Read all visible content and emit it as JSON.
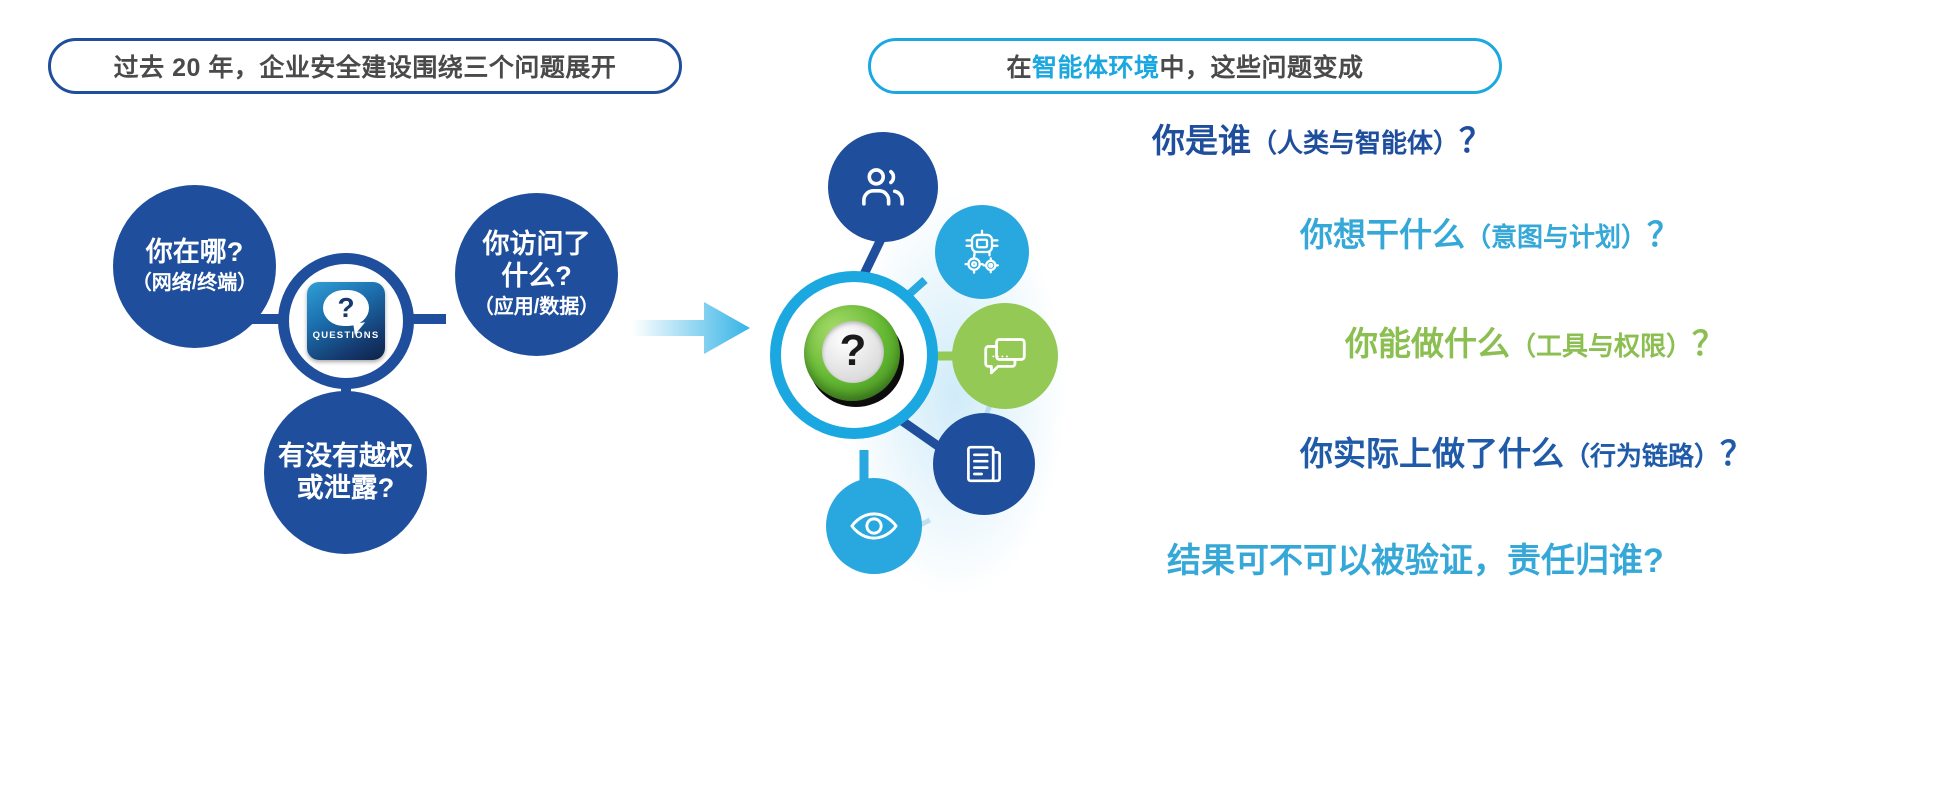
{
  "headers": {
    "left": "过去 20 年，企业安全建设围绕三个问题展开",
    "right_prefix": "在",
    "right_highlight": "智能体环境",
    "right_suffix": "中，这些问题变成"
  },
  "left_diagram": {
    "center_icon_label": "QUESTIONS",
    "center_icon_glyph": "?",
    "nodes": [
      {
        "id": "where",
        "main": "你在哪?",
        "sub": "（网络/终端）",
        "color": "#1f4e9c"
      },
      {
        "id": "what",
        "main_line1": "你访问了",
        "main_line2": "什么?",
        "sub": "（应用/数据）",
        "color": "#1f4e9c"
      },
      {
        "id": "leak",
        "main_line1": "有没有越权",
        "main_line2": "或泄露?",
        "color": "#1f4e9c"
      }
    ]
  },
  "right_diagram": {
    "center_glyph": "?",
    "nodes": [
      {
        "id": "identity",
        "icon": "people-icon",
        "color": "#1f4e9c"
      },
      {
        "id": "intent",
        "icon": "robot-gear-icon",
        "color": "#29a8df"
      },
      {
        "id": "capability",
        "icon": "chat-icon",
        "color": "#93c954"
      },
      {
        "id": "behavior",
        "icon": "document-icon",
        "color": "#1f4e9c"
      },
      {
        "id": "audit",
        "icon": "eye-icon",
        "color": "#29a8df"
      }
    ],
    "labels": [
      {
        "id": "who",
        "main": "你是谁",
        "paren": "（人类与智能体）",
        "mark": "？",
        "color": "#1f4e9c"
      },
      {
        "id": "want",
        "main": "你想干什么",
        "paren": "（意图与计划）",
        "mark": "？",
        "color": "#35a8d8"
      },
      {
        "id": "can",
        "main": "你能做什么",
        "paren": "（工具与权限）",
        "mark": "？",
        "color": "#8cbf52"
      },
      {
        "id": "did",
        "main": "你实际上做了什么",
        "paren": "（行为链路）",
        "mark": "？",
        "color": "#1f5ba8"
      },
      {
        "id": "ver",
        "main": "结果可不可以被验证，责任归谁?",
        "paren": "",
        "mark": "",
        "color": "#35a8d8"
      }
    ]
  },
  "colors": {
    "navy": "#1f4e9c",
    "cyan": "#29a8df",
    "green": "#93c954",
    "header_text": "#4a4a4a"
  }
}
